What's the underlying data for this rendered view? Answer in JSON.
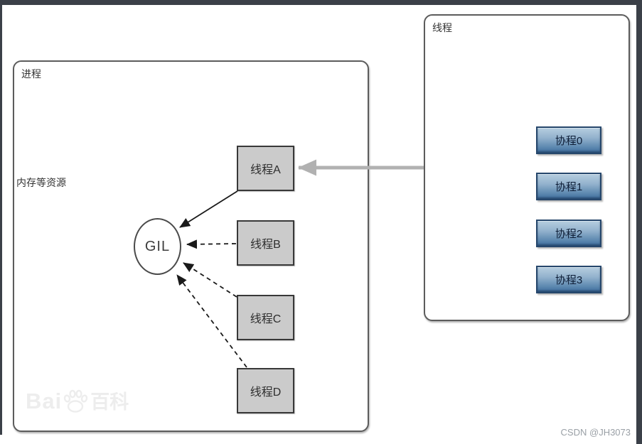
{
  "diagram": {
    "process_panel": {
      "label": "进程",
      "resource_label": "内存等资源"
    },
    "gil_label": "GIL",
    "threads": [
      {
        "label": "线程A"
      },
      {
        "label": "线程B"
      },
      {
        "label": "线程C"
      },
      {
        "label": "线程D"
      }
    ],
    "thread_panel": {
      "label": "线程"
    },
    "coroutines": [
      {
        "label": "协程0"
      },
      {
        "label": "协程1"
      },
      {
        "label": "协程2"
      },
      {
        "label": "协程3"
      }
    ],
    "connections": [
      {
        "from": "线程A",
        "to": "GIL",
        "style": "solid-arrow"
      },
      {
        "from": "线程B",
        "to": "GIL",
        "style": "dashed-arrow"
      },
      {
        "from": "线程C",
        "to": "GIL",
        "style": "dashed-arrow"
      },
      {
        "from": "线程D",
        "to": "GIL",
        "style": "dashed-arrow"
      },
      {
        "from": "线程-panel",
        "to": "线程A",
        "style": "thick-gray-arrow"
      }
    ],
    "colors": {
      "frame": "#3b4048",
      "panel_border": "#5c5c5c",
      "thread_box_fill": "#cbcbcb",
      "thread_box_border": "#383838",
      "coroutine_gradient_top": "#b6cee0",
      "coroutine_gradient_bottom": "#3c6b9b",
      "coroutine_border": "#26476c",
      "arrow_black": "#1a1a1a",
      "arrow_gray": "#b1b1b1"
    }
  },
  "watermarks": {
    "baidu_part1": "Bai",
    "baidu_part2": "百科",
    "csdn": "CSDN @JH3073"
  }
}
